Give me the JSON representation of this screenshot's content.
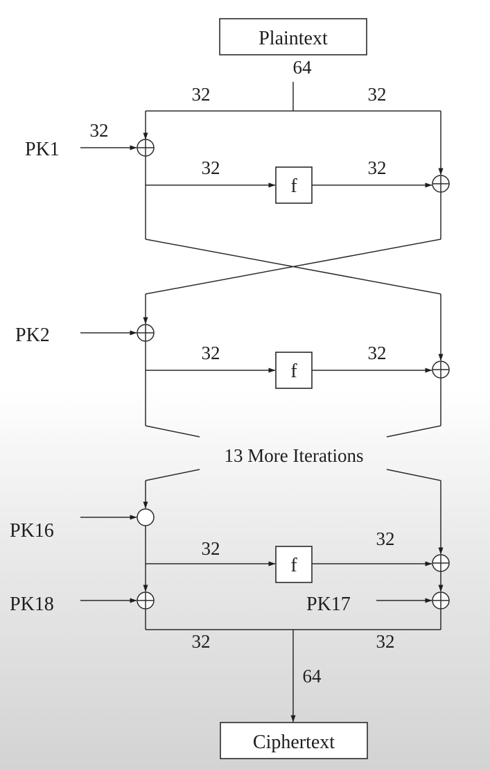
{
  "blocks": {
    "plaintext": "Plaintext",
    "ciphertext": "Ciphertext",
    "f_label": "f"
  },
  "keys": {
    "pk1": "PK1",
    "pk2": "PK2",
    "pk16": "PK16",
    "pk17": "PK17",
    "pk18": "PK18"
  },
  "bits": {
    "full": "64",
    "half": "32"
  },
  "iterations_note": "13 More Iterations"
}
